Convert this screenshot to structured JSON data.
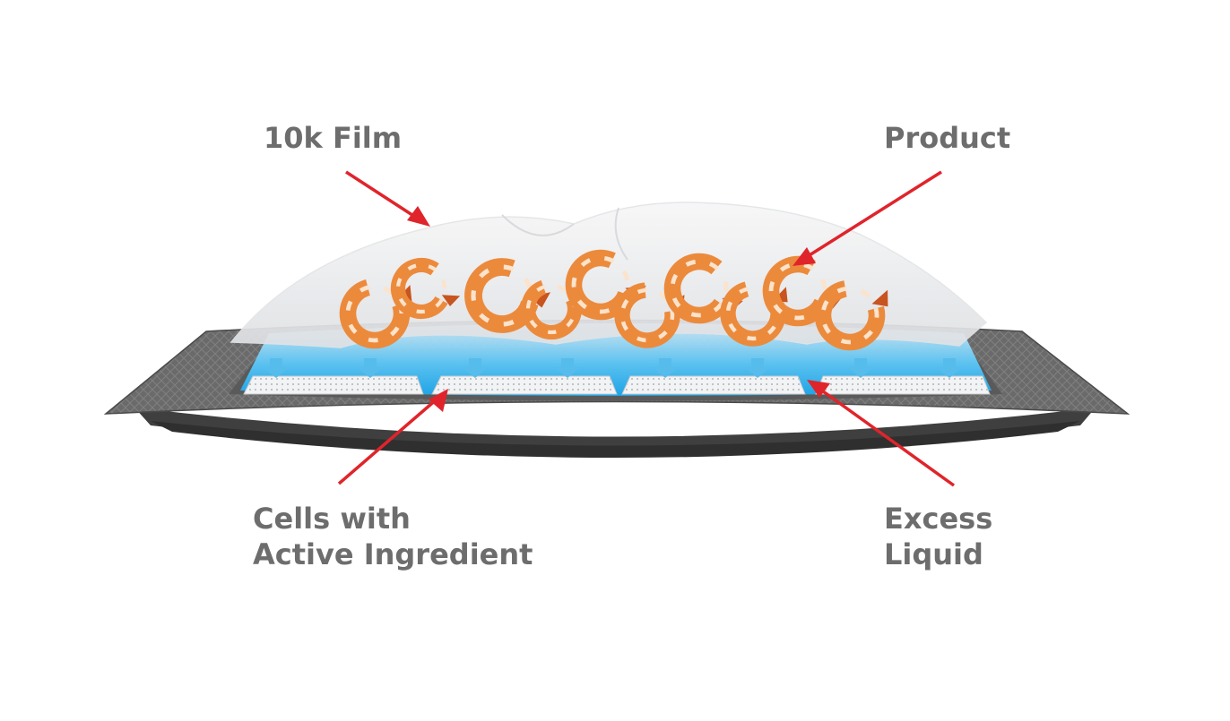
{
  "labels": {
    "film": "10k Film",
    "product": "Product",
    "cells_line1": "Cells with",
    "cells_line2": "Active Ingredient",
    "liquid_line1": "Excess",
    "liquid_line2": "Liquid"
  },
  "colors": {
    "label_text": "#6d6d6d",
    "arrow": "#e0242b",
    "tray_top": "#6b6b6b",
    "tray_base": "#404040",
    "liquid": "#1ea4e6",
    "film": "#f0f0f2",
    "shrimp": "#ec8a3c",
    "cell_fill": "#eceef0"
  },
  "icons": {
    "pointer": "red-arrow-icon",
    "flow": "down-arrow-icon"
  }
}
